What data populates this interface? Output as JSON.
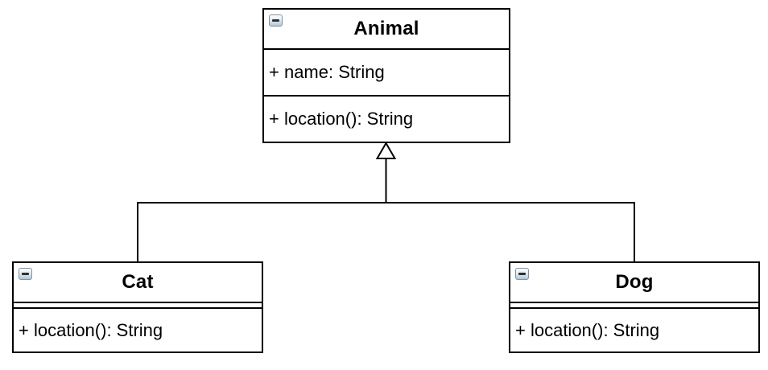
{
  "diagram": {
    "type": "uml-class-diagram",
    "background_color": "#ffffff",
    "stroke_color": "#000000",
    "collapse_icon": {
      "name": "collapse-minus-icon",
      "glyph": "−",
      "background_top": "#fdfeff",
      "background_bottom": "#b3c6d6",
      "border_color": "#7e93a7",
      "bar_color": "#2f2f2f"
    },
    "classes": [
      {
        "name": "Animal",
        "attributes": [
          "+ name: String"
        ],
        "methods": [
          "+ location(): String"
        ]
      },
      {
        "name": "Cat",
        "attributes": [],
        "methods": [
          "+ location(): String"
        ]
      },
      {
        "name": "Dog",
        "attributes": [],
        "methods": [
          "+ location(): String"
        ]
      }
    ],
    "relationships": [
      {
        "type": "generalization",
        "from": "Cat",
        "to": "Animal",
        "arrowhead": "hollow-triangle"
      },
      {
        "type": "generalization",
        "from": "Dog",
        "to": "Animal",
        "arrowhead": "hollow-triangle"
      }
    ]
  }
}
